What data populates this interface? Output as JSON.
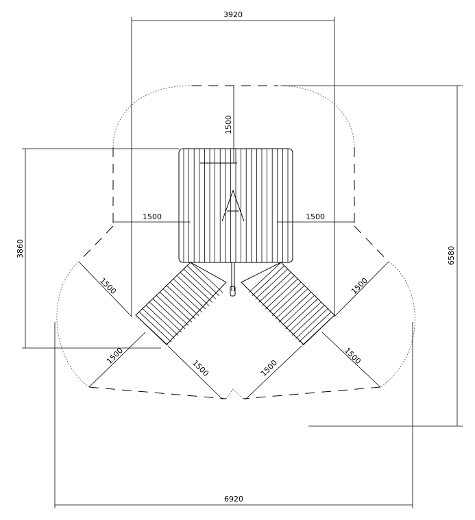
{
  "drawing": {
    "dimensions": {
      "top_width": "3920",
      "overall_height": "6580",
      "platform_depth": "3860",
      "overall_width": "6920",
      "clearance_top": "1500",
      "clearance_left": "1500",
      "clearance_right": "1500",
      "clearance_left_arm_upper": "1500",
      "clearance_right_arm_upper": "1500",
      "clearance_left_arm_lower": "1500",
      "clearance_right_arm_lower": "1500",
      "clearance_left_bottom": "1500",
      "clearance_right_bottom": "1500"
    }
  }
}
